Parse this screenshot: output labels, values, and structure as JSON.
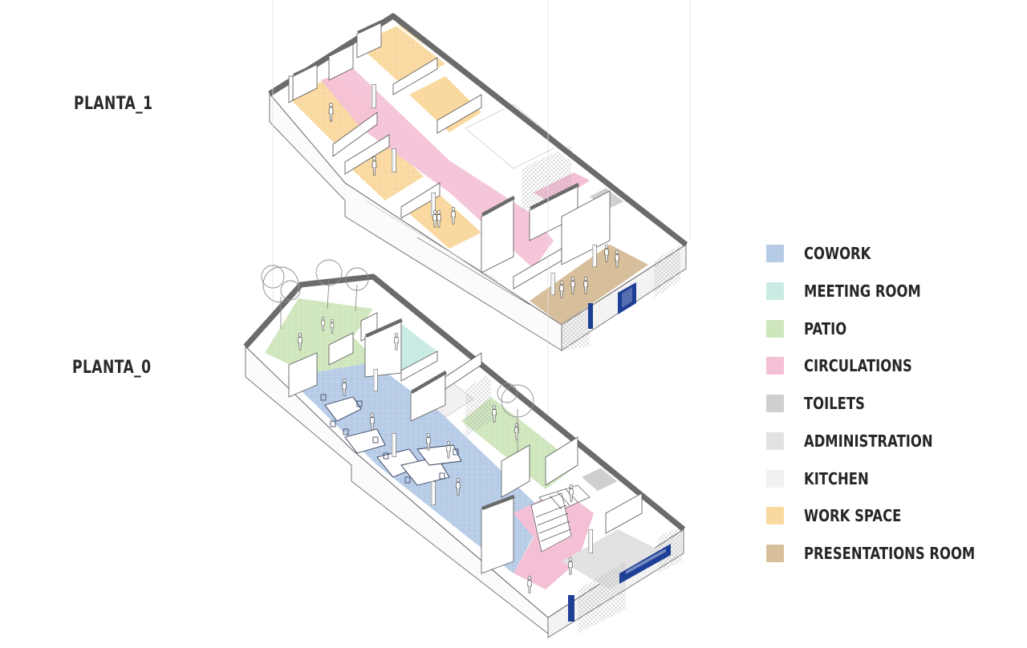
{
  "floors": [
    {
      "label": "PLANTA_1"
    },
    {
      "label": "PLANTA_0"
    }
  ],
  "legend": [
    {
      "label": "COWORK",
      "color": "#b6cbe6"
    },
    {
      "label": "MEETING ROOM",
      "color": "#c9ebe4"
    },
    {
      "label": "PATIO",
      "color": "#cfe6bd"
    },
    {
      "label": "CIRCULATIONS",
      "color": "#f4c0d6"
    },
    {
      "label": "TOILETS",
      "color": "#cfcfcf"
    },
    {
      "label": "ADMINISTRATION",
      "color": "#e2e2e2"
    },
    {
      "label": "KITCHEN",
      "color": "#f1f1f3"
    },
    {
      "label": "WORK SPACE",
      "color": "#fad9a0"
    },
    {
      "label": "PRESENTATIONS ROOM",
      "color": "#d8bf9c"
    }
  ],
  "colors": {
    "wall_top": "#6b6b6b",
    "wall_face": "#ffffff",
    "line": "#5a5a5a",
    "door": "#1e3f96",
    "tree": "#9a9a9a"
  }
}
